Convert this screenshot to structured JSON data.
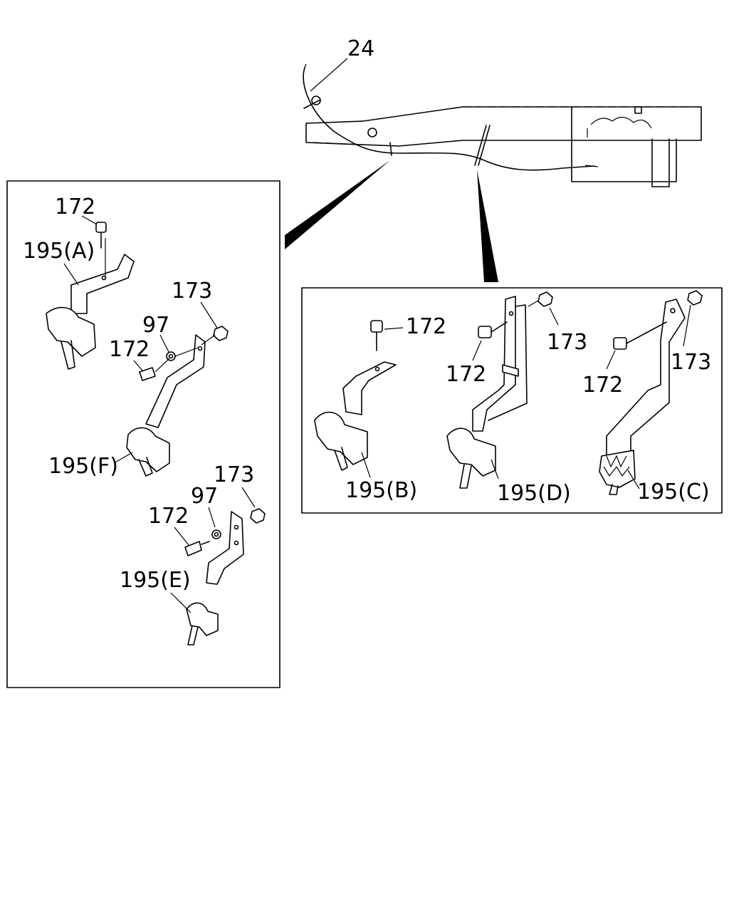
{
  "labels": {
    "harness": "24",
    "bolt": "172",
    "nut": "173",
    "washer": "97",
    "clip_a": "195(A)",
    "clip_b": "195(B)",
    "clip_c": "195(C)",
    "clip_d": "195(D)",
    "clip_e": "195(E)",
    "clip_f": "195(F)"
  }
}
